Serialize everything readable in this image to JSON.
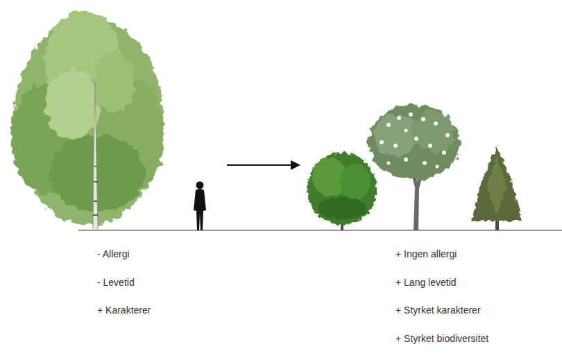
{
  "diagram": {
    "labels": [
      "- Allergi",
      "- Levetid",
      "+ Karakterer",
      "+ Ingen allergi",
      "+ Lang levetid",
      "+ Styrket karakterer",
      "+ Styrket biodiversitet"
    ]
  }
}
